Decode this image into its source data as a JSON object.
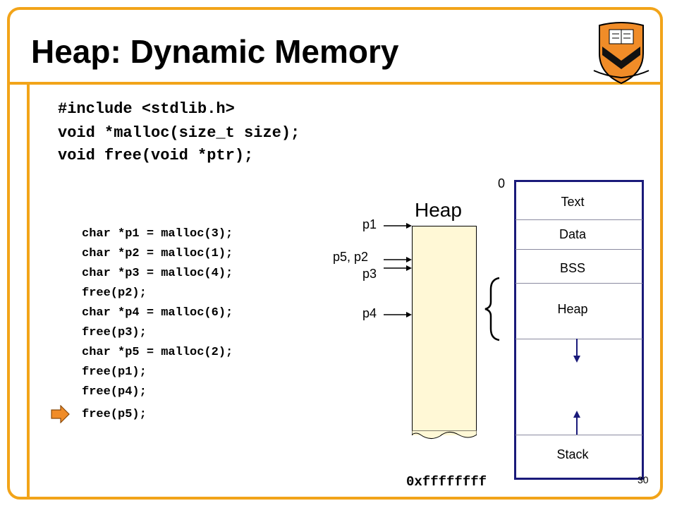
{
  "slide": {
    "title": "Heap: Dynamic Memory",
    "page_number": "30"
  },
  "prototypes": [
    "#include <stdlib.h>",
    "void *malloc(size_t size);",
    "void free(void *ptr);"
  ],
  "code_lines": [
    "char *p1 = malloc(3);",
    "char *p2 = malloc(1);",
    "char *p3 = malloc(4);",
    "free(p2);",
    "char *p4 = malloc(6);",
    "free(p3);",
    "char *p5 = malloc(2);",
    "free(p1);",
    "free(p4);",
    "free(p5);"
  ],
  "current_line_index": 9,
  "heap_view": {
    "title": "Heap",
    "pointers": [
      "p1",
      "p5, p2",
      "p3",
      "p4"
    ]
  },
  "memory_layout": {
    "top_address": "0",
    "bottom_address": "0xffffffff",
    "segments": [
      "Text",
      "Data",
      "BSS",
      "Heap",
      "Stack"
    ]
  },
  "colors": {
    "accent": "#f2a419",
    "heap_fill": "#fff8d6",
    "arrow_orange": "#f08c28",
    "memory_border": "#1a1a7a"
  }
}
